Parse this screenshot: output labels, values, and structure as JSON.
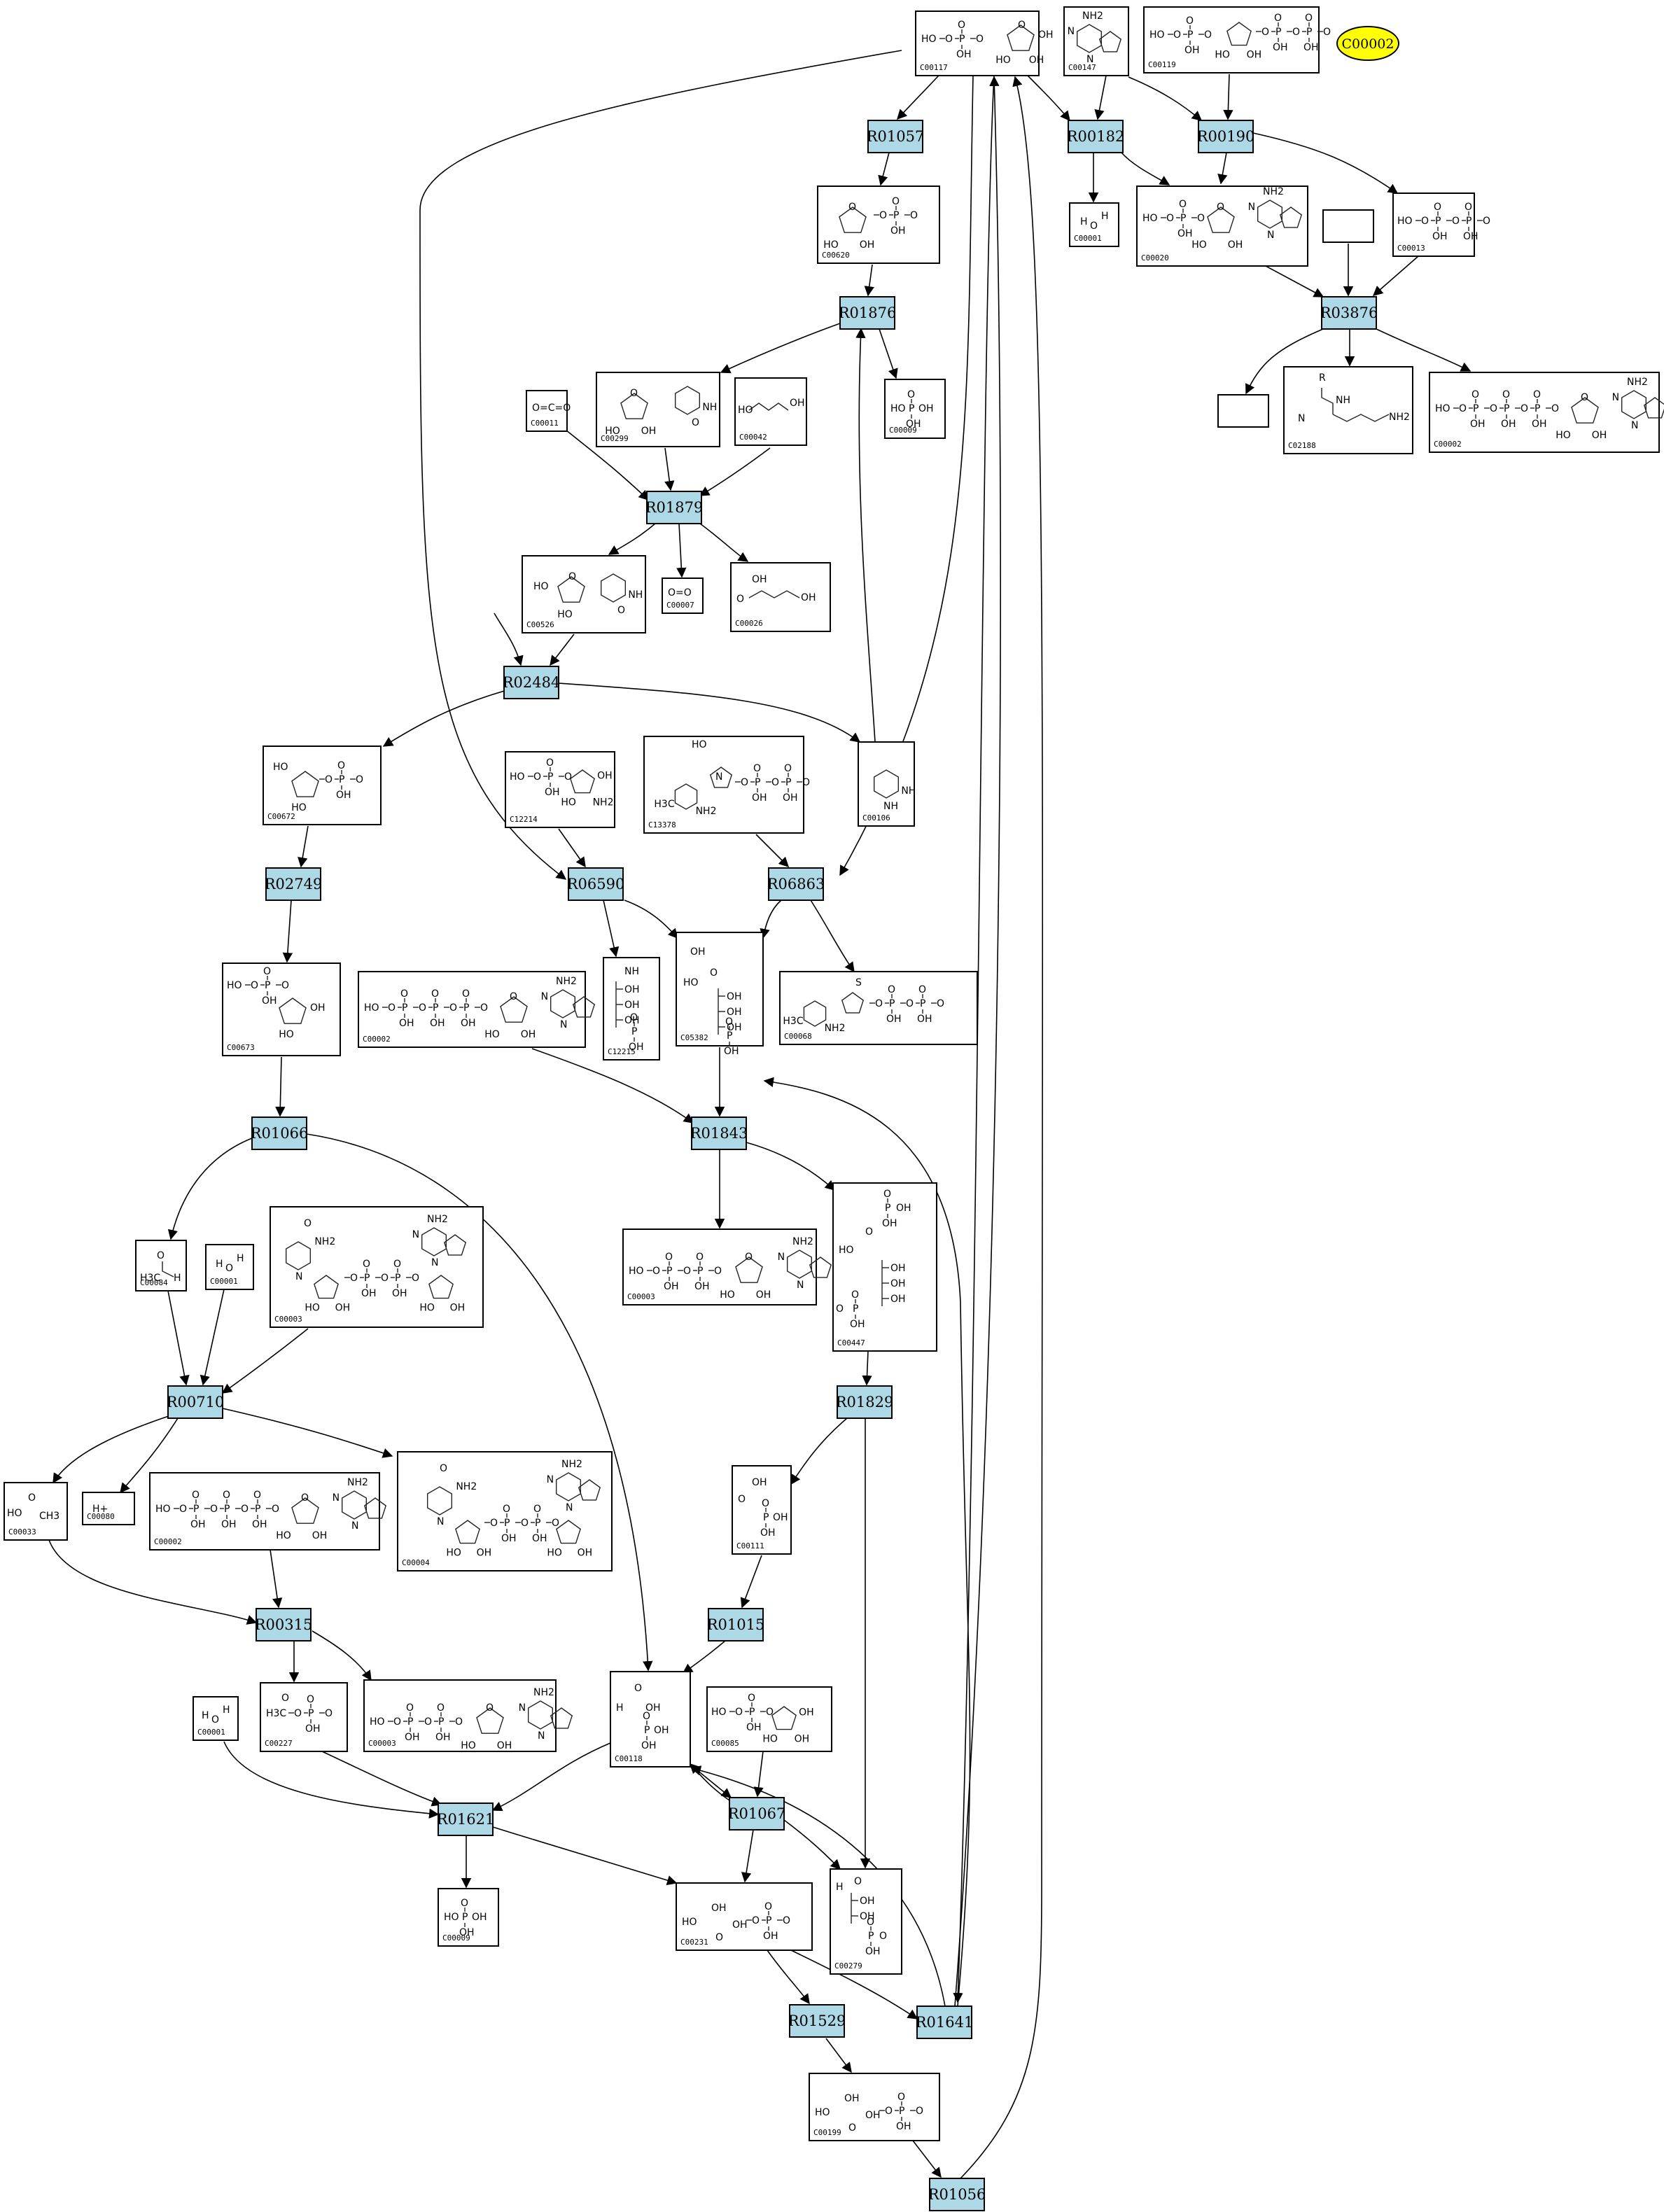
{
  "colors": {
    "reaction_fill": "#add8e6",
    "highlight_fill": "#ffff00",
    "stroke": "#000000",
    "background": "#ffffff"
  },
  "reactions": [
    "R01057",
    "R00182",
    "R00190",
    "R01876",
    "R03876",
    "R01879",
    "R02484",
    "R02749",
    "R06590",
    "R06863",
    "R01066",
    "R01843",
    "R00710",
    "R01829",
    "R00315",
    "R01015",
    "R01621",
    "R01067",
    "R01529",
    "R01641",
    "R01056"
  ],
  "compounds": [
    "C00117",
    "C00147",
    "C00119",
    "C00620",
    "C00001",
    "C00020",
    "C00013",
    "C00009",
    "C00299",
    "C00042",
    "C00011",
    "C02188",
    "C00002",
    "C00526",
    "C00007",
    "C00026",
    "C00672",
    "C12214",
    "C13378",
    "C00106",
    "C00673",
    "C00002",
    "C12215",
    "C05382",
    "C00068",
    "C00084",
    "C00001",
    "C00003",
    "C00003",
    "C00447",
    "C00033",
    "C00080",
    "C00002",
    "C00004",
    "C00111",
    "C00227",
    "C00003",
    "C00118",
    "C00085",
    "C00001",
    "C00279",
    "C00009",
    "C00231",
    "C00199"
  ],
  "highlight_label": "C00002",
  "atom_labels": {
    "nh2": "NH2",
    "oh": "OH",
    "ho": "HO",
    "h": "H",
    "n": "N",
    "nh": "NH",
    "o": "O",
    "p": "P",
    "s": "S",
    "r": "R",
    "co": "O=C=O",
    "oxy": "O=O",
    "hplus": "H+",
    "ch3": "CH3",
    "h3c": "H3C"
  }
}
